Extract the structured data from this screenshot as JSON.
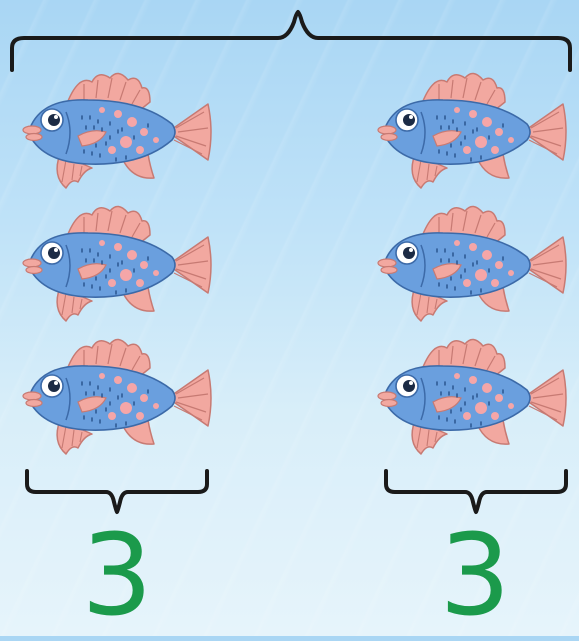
{
  "groups": [
    {
      "count_label": "3",
      "fish_count": 3
    },
    {
      "count_label": "3",
      "fish_count": 3
    }
  ],
  "total_fish": 6,
  "colors": {
    "fish_body": "#6a9fde",
    "fish_fins": "#f2a8a0",
    "fish_spots": "#f5a6a8",
    "count_text": "#1b9a4b",
    "brace": "#1a1a1a"
  },
  "icons": {
    "fish": "fish-icon",
    "top_brace": "curly-brace-icon",
    "group_brace": "curly-brace-icon"
  }
}
